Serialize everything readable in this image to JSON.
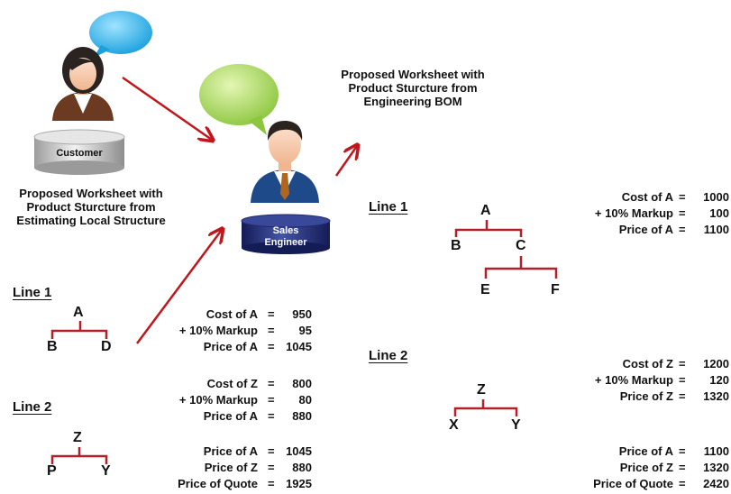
{
  "captions": {
    "customer_label": "Customer",
    "sales_engineer_label_line1": "Sales",
    "sales_engineer_label_line2": "Engineer",
    "left_worksheet": [
      "Proposed Worksheet with",
      "Product Sturcture from",
      "Estimating Local Structure"
    ],
    "right_worksheet": [
      "Proposed Worksheet with",
      "Product Sturcture from",
      "Engineering BOM"
    ]
  },
  "left": {
    "line1": {
      "label": "Line 1",
      "root": "A",
      "children": [
        "B",
        "D"
      ]
    },
    "line2": {
      "label": "Line 2",
      "root": "Z",
      "children": [
        "P",
        "Y"
      ]
    },
    "calc1": [
      {
        "label": "Cost of A",
        "eq": "=",
        "value": "950"
      },
      {
        "label": "+ 10% Markup",
        "eq": "=",
        "value": "95"
      },
      {
        "label": "Price of A",
        "eq": "=",
        "value": "1045"
      }
    ],
    "calc2": [
      {
        "label": "Cost of Z",
        "eq": "=",
        "value": "800"
      },
      {
        "label": "+ 10% Markup",
        "eq": "=",
        "value": "80"
      },
      {
        "label": "Price of A",
        "eq": "=",
        "value": "880"
      }
    ],
    "calc3": [
      {
        "label": "Price of A",
        "eq": "=",
        "value": "1045"
      },
      {
        "label": "Price of Z",
        "eq": "=",
        "value": "880"
      },
      {
        "label": "Price of Quote",
        "eq": "=",
        "value": "1925"
      }
    ]
  },
  "right": {
    "line1": {
      "label": "Line 1",
      "root": "A",
      "children": [
        "B",
        "C"
      ],
      "grandchildren": [
        "E",
        "F"
      ]
    },
    "line2": {
      "label": "Line 2",
      "root": "Z",
      "children": [
        "X",
        "Y"
      ]
    },
    "calc1": [
      {
        "label": "Cost of A",
        "eq": "=",
        "value": "1000"
      },
      {
        "label": "+ 10% Markup",
        "eq": "=",
        "value": "100"
      },
      {
        "label": "Price of A",
        "eq": "=",
        "value": "1100"
      }
    ],
    "calc2": [
      {
        "label": "Cost of Z",
        "eq": "=",
        "value": "1200"
      },
      {
        "label": "+ 10% Markup",
        "eq": "=",
        "value": "120"
      },
      {
        "label": "Price of Z",
        "eq": "=",
        "value": "1320"
      }
    ],
    "calc3": [
      {
        "label": "Price of A",
        "eq": "=",
        "value": "1100"
      },
      {
        "label": "Price of Z",
        "eq": "=",
        "value": "1320"
      },
      {
        "label": "Price of Quote",
        "eq": "=",
        "value": "2420"
      }
    ]
  },
  "colors": {
    "arrow": "#c0161c",
    "tree_line": "#b2202a",
    "customer_bubble": "#2bb6ee",
    "engineer_bubble": "#a8d955",
    "customer_base": "#d6d6d6",
    "engineer_base": "#27337d"
  }
}
